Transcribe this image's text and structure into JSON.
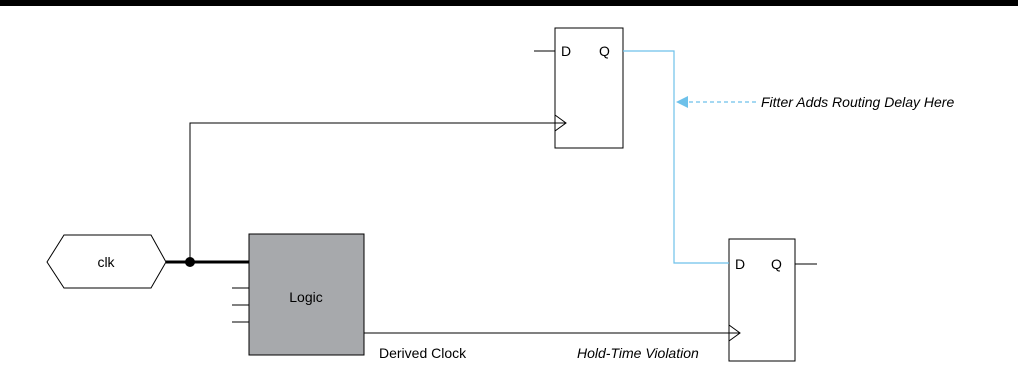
{
  "colors": {
    "wire": "#000000",
    "routing_wire": "#6ec1ea",
    "routing_arrow": "#6ec1ea",
    "logic_fill": "#a7a9ac"
  },
  "top_flop": {
    "d_label": "D",
    "q_label": "Q"
  },
  "bottom_flop": {
    "d_label": "D",
    "q_label": "Q"
  },
  "clock_input": {
    "label": "clk"
  },
  "logic_block": {
    "label": "Logic"
  },
  "annotations": {
    "routing_delay": "Fitter Adds Routing Delay Here",
    "derived_clock": "Derived Clock",
    "hold_violation": "Hold-Time Violation"
  }
}
